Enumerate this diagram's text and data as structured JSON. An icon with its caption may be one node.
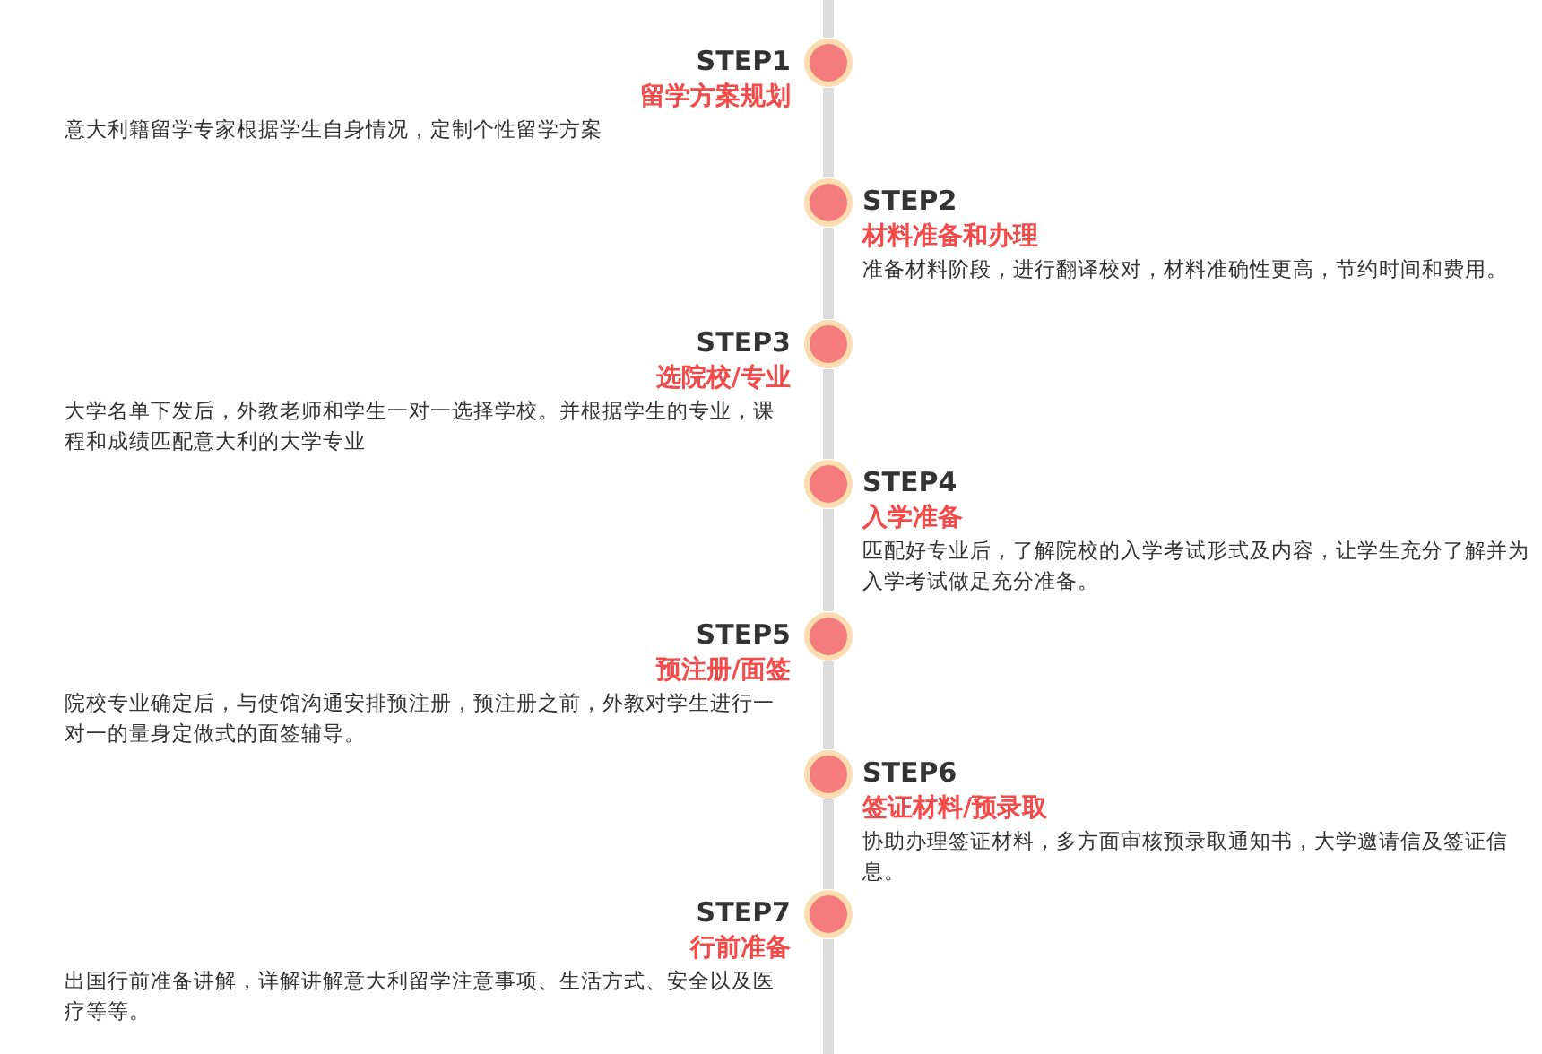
{
  "diagram": {
    "nodes": [
      {
        "text": [
          "STEP1",
          "留学方案规划",
          "意大利籍留学专家根据学生自身情况，定制个性留学方案"
        ]
      },
      {
        "text": [
          "STEP2",
          "材料准备和办理",
          "准备材料阶段，进行翻译校对，材料准确性更高，节约时间和费用。"
        ]
      },
      {
        "text": [
          "STEP3",
          "选院校/专业",
          "大学名单下发后，外教老师和学生一对一选择学校。并根据学生的专业，课程和成绩匹配意大利的大学专业"
        ]
      },
      {
        "text": [
          "STEP4",
          "入学准备",
          "匹配好专业后，了解院校的入学考试形式及内容，让学生充分了解并为入学考试做足充分准备。"
        ]
      },
      {
        "text": [
          "STEP5",
          "预注册/面签",
          "院校专业确定后，与使馆沟通安排预注册，预注册之前，外教对学生进行一对一的量身定做式的面签辅导。"
        ]
      },
      {
        "text": [
          "STEP6",
          "签证材料/预录取",
          "协助办理签证材料，多方面审核预录取通知书，大学邀请信及签证信息。"
        ]
      },
      {
        "text": [
          "STEP7",
          "行前准备",
          "出国行前准备讲解，详解讲解意大利留学注意事项、生活方式、安全以及医疗等等。"
        ]
      }
    ],
    "edges": [
      {
        "from": 0,
        "to": 1,
        "arrow": "none"
      },
      {
        "from": 1,
        "to": 2,
        "arrow": "none"
      },
      {
        "from": 2,
        "to": 3,
        "arrow": "none"
      },
      {
        "from": 3,
        "to": 4,
        "arrow": "none"
      },
      {
        "from": 4,
        "to": 5,
        "arrow": "none"
      },
      {
        "from": 5,
        "to": 6,
        "arrow": "none"
      }
    ]
  }
}
